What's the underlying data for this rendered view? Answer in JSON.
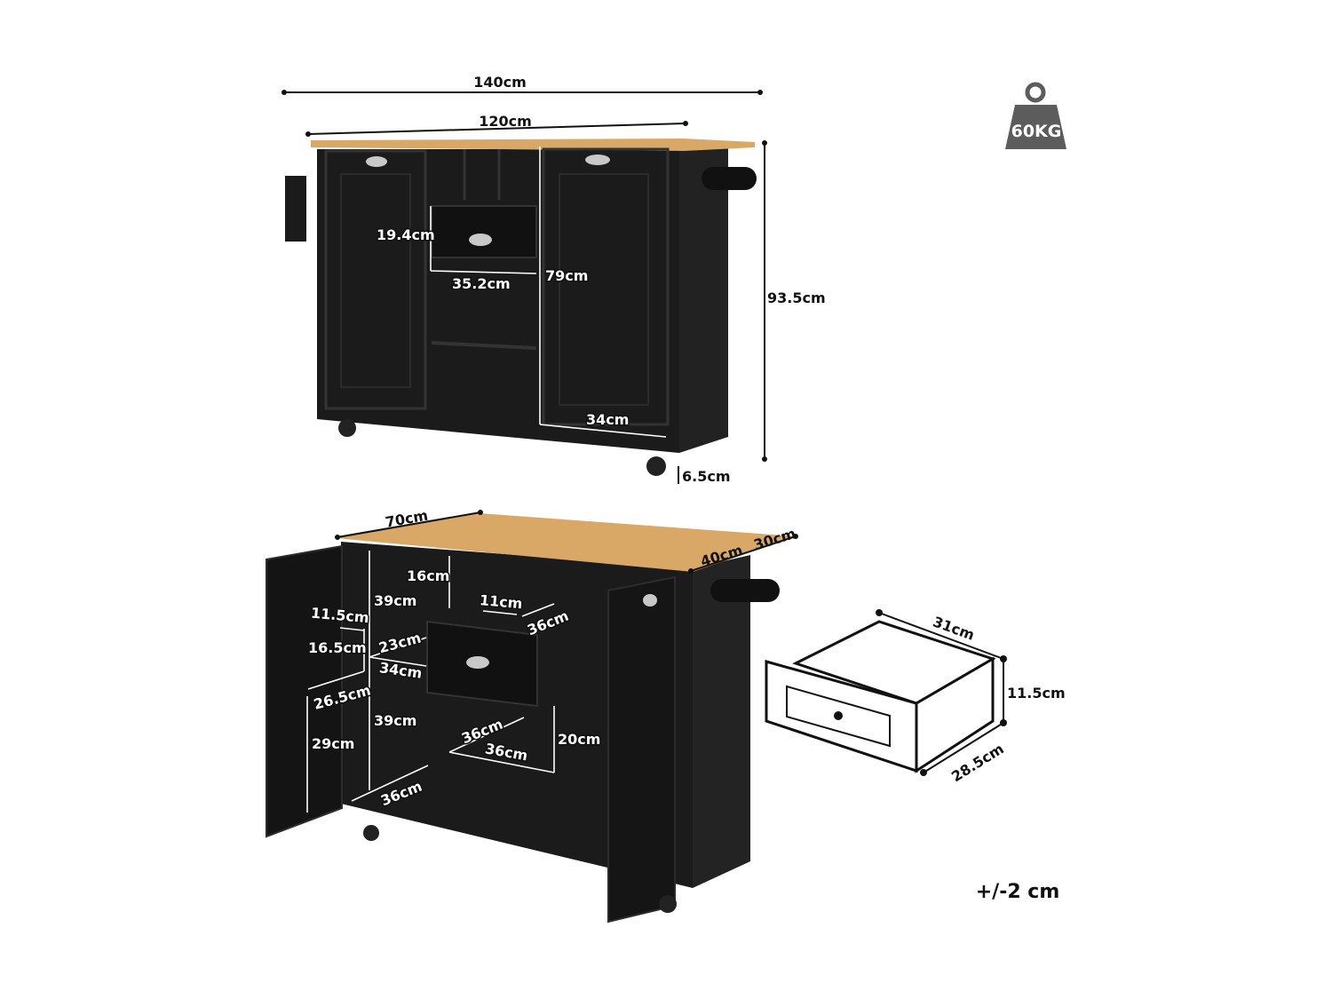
{
  "colors": {
    "cabinet": "#1b1b1b",
    "worktop": "#d9a866",
    "handle": "#c8c8c8",
    "weight_icon": "#5c5c5c"
  },
  "weight_badge": {
    "icon": "weight-icon",
    "label": "60KG"
  },
  "tolerance": "+/-2 cm",
  "front_view": {
    "overall_width": "140cm",
    "top_width": "120cm",
    "height": "93.5cm",
    "wheel_height": "6.5cm",
    "drawer_height": "19.4cm",
    "drawer_width": "35.2cm",
    "door_height": "79cm",
    "door_width": "34cm"
  },
  "open_view": {
    "depth": "70cm",
    "top_depth": "40cm",
    "overhang": "30cm",
    "cubby_height": "16cm",
    "cubby_width": "11cm",
    "cubby_depth": "36cm",
    "upper_height": "39cm",
    "lower_height": "39cm",
    "shelf_depth_upper": "23cm",
    "shelf_width_upper": "34cm",
    "door_shelf_depth": "11.5cm",
    "door_shelf_height": "16.5cm",
    "door_shelf_width": "26.5cm",
    "door_lower_height": "29cm",
    "bottom_depth": "36cm",
    "right_shelf_depth": "36cm",
    "right_shelf_width": "36cm",
    "right_height": "20cm"
  },
  "drawer_view": {
    "width": "31cm",
    "height": "11.5cm",
    "depth": "28.5cm"
  }
}
